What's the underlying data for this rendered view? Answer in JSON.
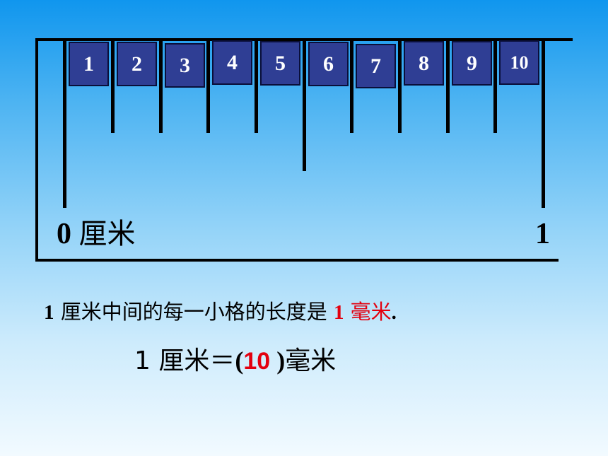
{
  "ruler": {
    "boxes": [
      "1",
      "2",
      "3",
      "4",
      "5",
      "6",
      "7",
      "8",
      "9",
      "10"
    ],
    "zero_label": "0",
    "unit_label": "厘米",
    "end_label": "1"
  },
  "sentence": {
    "lead_number": "1",
    "text": " 厘米中间的每一小格的长度是 ",
    "answer_number": "1",
    "answer_unit": " 毫米",
    "end": "."
  },
  "equation": {
    "prefix": "1 厘米＝",
    "open_paren": "(",
    "answer": "10",
    "close_paren": " )",
    "suffix": "毫米"
  },
  "colors": {
    "accent": "#e3000f",
    "box_fill": "#2f3e94"
  }
}
